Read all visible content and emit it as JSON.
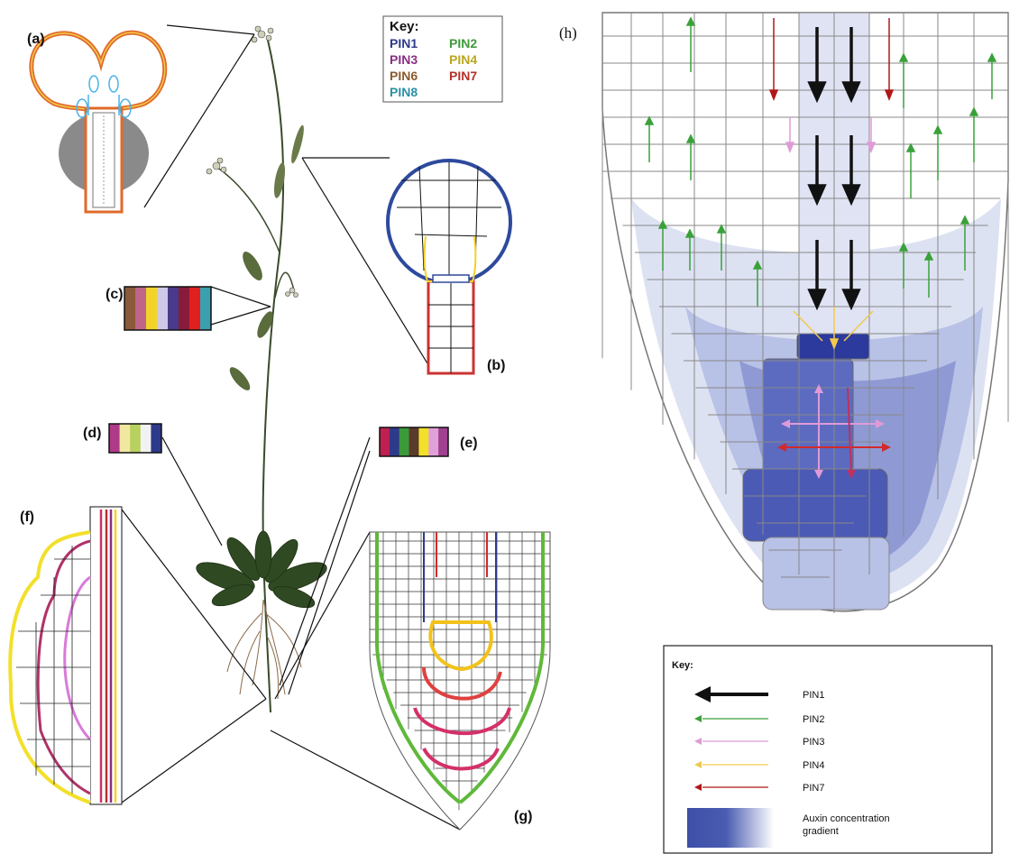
{
  "panel_labels": {
    "a": "(a)",
    "b": "(b)",
    "c": "(c)",
    "d": "(d)",
    "e": "(e)",
    "f": "(f)",
    "g": "(g)",
    "h": "(h)"
  },
  "key_left": {
    "title": "Key:",
    "items": [
      {
        "label": "PIN1",
        "color": "#2d3a8c"
      },
      {
        "label": "PIN2",
        "color": "#3f9a3a"
      },
      {
        "label": "PIN3",
        "color": "#8a2f86"
      },
      {
        "label": "PIN4",
        "color": "#b9a722"
      },
      {
        "label": "PIN6",
        "color": "#8b5a2b"
      },
      {
        "label": "PIN7",
        "color": "#b5322a"
      },
      {
        "label": "PIN8",
        "color": "#2c8fa5"
      }
    ]
  },
  "key_right": {
    "title": "Key:",
    "items": [
      {
        "label": "PIN1",
        "color": "#111111"
      },
      {
        "label": "PIN2",
        "color": "#3aa13a"
      },
      {
        "label": "PIN3",
        "color": "#e09ad8"
      },
      {
        "label": "PIN4",
        "color": "#f2c94c"
      },
      {
        "label": "PIN7",
        "color": "#b01818"
      }
    ],
    "gradient_label_1": "Auxin concentration",
    "gradient_label_2": "gradient"
  },
  "colors": {
    "auxin_dark": "#3d4fa8",
    "auxin_light": "#ffffff",
    "outline": "#555555"
  }
}
